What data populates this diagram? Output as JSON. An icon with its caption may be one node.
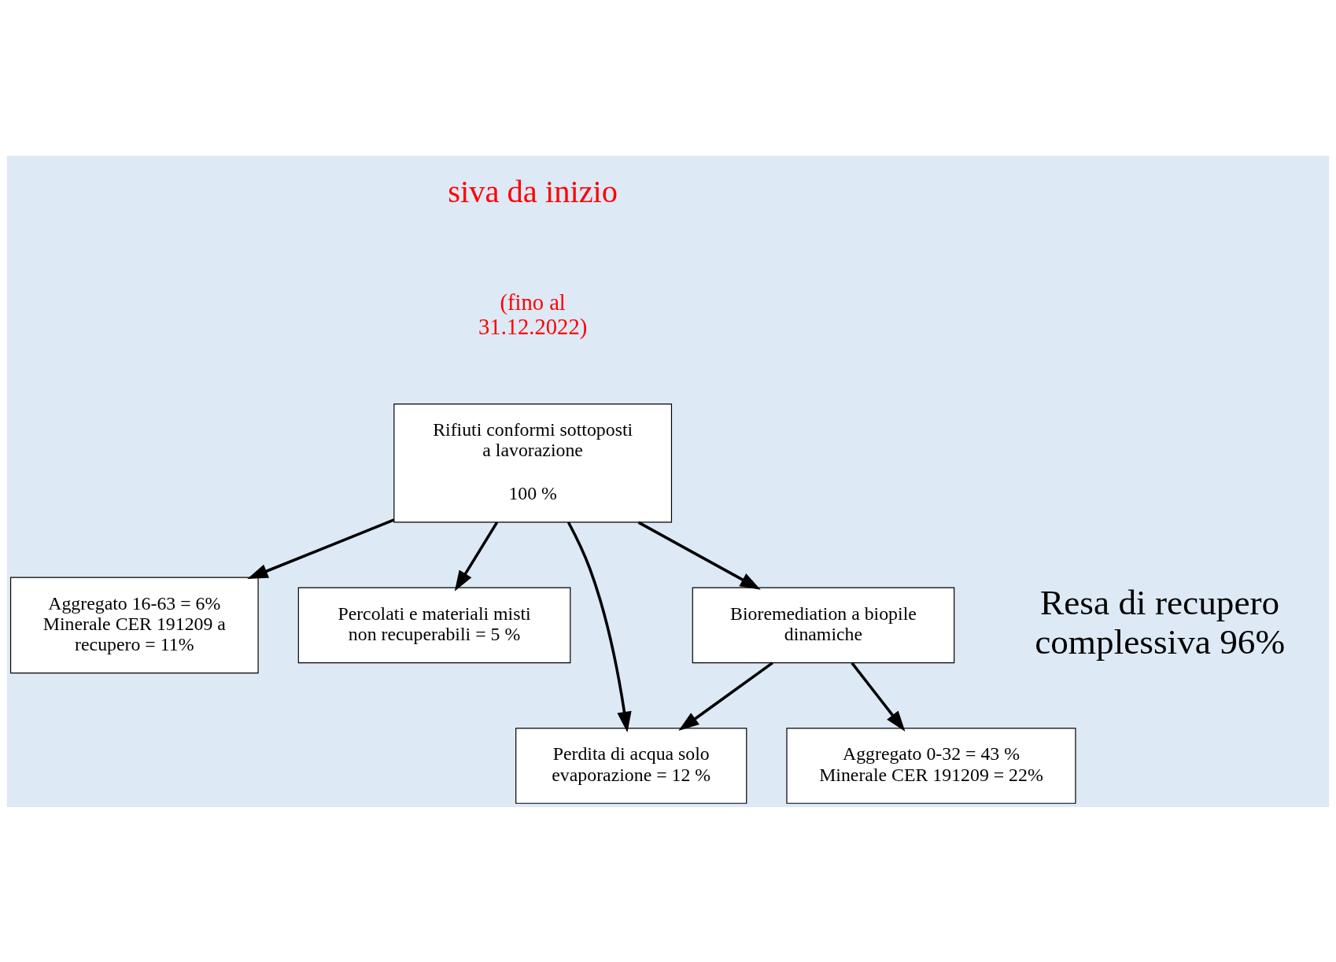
{
  "diagram": {
    "nodes": [
      {
        "text": [
          "Rifiuti conformi sottoposti a lavorazione",
          "100 %"
        ]
      },
      {
        "text": [
          "Aggregato 16-63 = 6% Minerale CER 191209 a recupero = 11%"
        ]
      },
      {
        "text": [
          "Percolati e materiali misti non recuperabili = 5 %"
        ]
      },
      {
        "text": [
          "Perdita di acqua solo evaporazione = 12 %"
        ]
      },
      {
        "text": [
          "Bioremediation a biopile dinamiche"
        ]
      },
      {
        "text": [
          "Aggregato 0-32 = 43 % Minerale CER 191209 = 22%"
        ]
      }
    ],
    "edges": [
      {
        "from": 0,
        "to": 1,
        "arrow": "to"
      },
      {
        "from": 0,
        "to": 2,
        "arrow": "to"
      },
      {
        "from": 0,
        "to": 3,
        "arrow": "to"
      },
      {
        "from": 0,
        "to": 4,
        "arrow": "to"
      },
      {
        "from": 4,
        "to": 3,
        "arrow": "to"
      },
      {
        "from": 4,
        "to": 5,
        "arrow": "to"
      }
    ],
    "labels": [
      "siva da inizio",
      "(fino al 31.12.2022)",
      "Resa di recupero complessiva 96%"
    ]
  }
}
